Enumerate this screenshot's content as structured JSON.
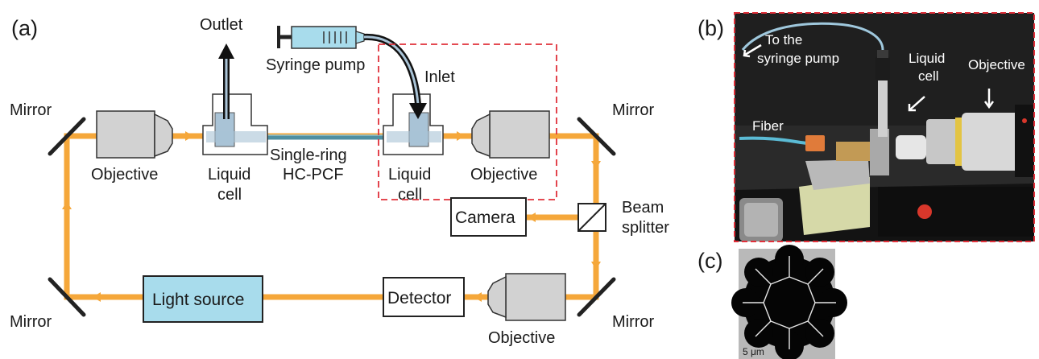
{
  "panels": {
    "a": "(a)",
    "b": "(b)",
    "c": "(c)"
  },
  "labels": {
    "outlet": "Outlet",
    "syringe_pump": "Syringe pump",
    "inlet": "Inlet",
    "mirror_left_top": "Mirror",
    "mirror_right_top": "Mirror",
    "mirror_left_bottom": "Mirror",
    "mirror_right_bottom": "Mirror",
    "objective_left": "Objective",
    "objective_right": "Objective",
    "objective_bottom": "Objective",
    "liquid_cell_left": [
      "Liquid",
      "cell"
    ],
    "liquid_cell_right": [
      "Liquid",
      "cell"
    ],
    "fiber": [
      "Single-ring",
      "HC-PCF"
    ],
    "camera": "Camera",
    "beam_splitter": [
      "Beam",
      "splitter"
    ],
    "light_source": "Light source",
    "detector": "Detector"
  },
  "photo": {
    "to_syringe": [
      "To the",
      "syringe pump"
    ],
    "liquid_cell": [
      "Liquid",
      "cell"
    ],
    "objective": "Objective",
    "fiber": "Fiber"
  },
  "sem": {
    "scale_label": "5 μm"
  },
  "colors": {
    "beam": "#f5a73a",
    "light_source_fill": "#a8dcec",
    "objective_fill": "#d2d2d2",
    "liquid_fill": "#a9c3d6",
    "dashed_frame": "#e0303a",
    "fiber": "#4f8fa1"
  }
}
